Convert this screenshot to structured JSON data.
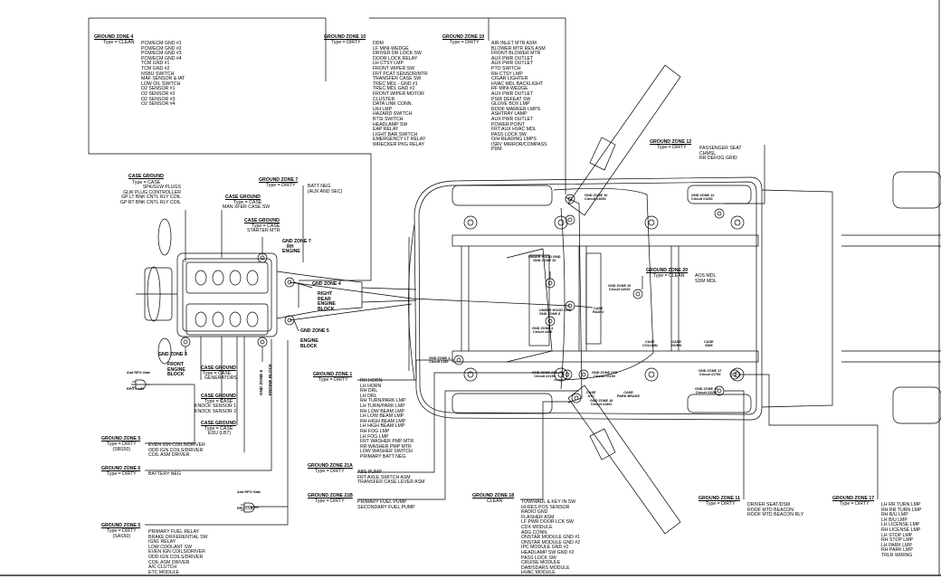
{
  "labels": {
    "gz4_title": "GROUND ZONE 4",
    "gz4_type": "Type = CLEAN",
    "gz4_items": [
      "PCM/ECM GND #1",
      "PCM/ECM GND #2",
      "PCM/ECM GND #3",
      "PCM/ECM GND #4",
      "TCM GND #1",
      "TCM GND #2",
      "NSBU SWITCH",
      "MAF SENSOR & IAT",
      "LOW OIL SWITCH",
      "O2 SENSOR #1",
      "O2 SENSOR #2",
      "O2 SENSOR #3",
      "O2 SENSOR #4"
    ],
    "gz10a_title": "GROUND ZONE 10",
    "gz10a_type": "Type = DIRTY",
    "gz10a_items": [
      "DDM",
      "LF MINI-WEDGE",
      "DRIVER DR LOCK SW",
      "DOOR LOCK RELAY",
      "LH CTSY LMP",
      "FRONT WIPER SW",
      "FRT PCAT SENSOR/MTR",
      "TRANSFER CASE SW",
      "TREC MDL - GND #1",
      "TREC MDL GND #2",
      "FRONT WIPER MOTOR",
      "CLUSTER",
      "DATA LINK CONN.",
      "U/H LMP",
      "HAZARD SWITCH",
      "BTSI SWITCH",
      "HEADLAMP SW",
      "EAP RELAY",
      "LIGHT BAR SWITCH",
      "EMERGENCY LT RELAY",
      "WRECKER PKG RELAY"
    ],
    "gz10b_title": "GROUND ZONE 10",
    "gz10b_type": "Type = DIRTY",
    "gz10b_items": [
      "AIR INLET MTR ASM",
      "BLOWER MTR RES ASM",
      "FRONT BLOWER MTR",
      "AUX PWR OUTLET",
      "AUX PWR OUTLET",
      "PTO SWITCH",
      "RH CTSY LMP",
      "CIGAR LIGHTER",
      "HVAC MDL BACKLIGHT",
      "RF MINI-WEDGE",
      "AUX PWR OUTLET",
      "PSIR DEFEAT SW",
      "GLOVE BOX LMP",
      "ROOF MARKER LMPS",
      "ASHTRAY LAMP",
      "AUX PWR OUTLET",
      "POWER POINT",
      "FRT AUX HVAC MDL",
      "PASS LOCK SW",
      "O/H READING LMPS",
      "ISRV MIRROR/COMPASS",
      "PDM"
    ],
    "gz12_title": "GROUND ZONE 12",
    "gz12_type": "Type = DIRTY",
    "gz12_items": [
      "PASSENGER SEAT",
      "CHMSL",
      "RR DEFOG GRID"
    ],
    "case_ground_1": "CASE GROUND",
    "case_type_1": "Type = CASE",
    "case_items_1": [
      "SPK/GLW PLUGS",
      "GLW PLUG CONTROLLER",
      "GP LT BNK CNTL RLY COIL",
      "GP RT BNK CNTL RLY COIL"
    ],
    "gz7_title": "GROUND ZONE 7",
    "gz7_type": "Type = DIRTY",
    "gz7_items": [
      "BATT NEG",
      "(AUX AND SEC)"
    ],
    "case_ground_2": "CASE GROUND",
    "case_type_2": "Type = CASE",
    "case_items_2": [
      "MAN XFER CASE SW"
    ],
    "case_ground_3": "CASE GROUND",
    "case_type_3": "Type = CASE",
    "case_items_3": [
      "STARTER MTR"
    ],
    "gnd7_rh": [
      "GND ZONE 7",
      "RH",
      "ENGINE"
    ],
    "gnd4_right": [
      "GND ZONE 4",
      "",
      "RIGHT",
      "REAR",
      "ENGINE",
      "BLOCK"
    ],
    "gnd5_engine": [
      "GND ZONE 5",
      "",
      "ENGINE",
      "BLOCK"
    ],
    "gnd3_front": [
      "GND ZONE 3",
      "",
      "FRONT",
      "ENGINE",
      "BLOCK"
    ],
    "gnd6_vert": "GND ZONE 6",
    "gnd6_sub": "ENGINE BLOCK",
    "case_ground_4": "CASE GROUND",
    "case_type_4": "Type = CASE",
    "case_items_4": [
      "GENERATORS"
    ],
    "case_ground_5": "CASE GROUND",
    "case_type_5": "Type = CASE",
    "case_items_5": [
      "KNOCK SENSOR 1",
      "KNOCK SENSOR 2"
    ],
    "case_ground_6": "CASE GROUND",
    "case_type_6": "Type = CASE",
    "case_items_6": [
      "EDU (LB7)"
    ],
    "rpo_gate_1": [
      "And RPO Gate",
      "",
      "RPO = LB7"
    ],
    "rpo_gate_2": [
      "And RPO Gate",
      "",
      "RPO = LB7"
    ],
    "gz5a_title": "GROUND ZONE 5",
    "gz5a_type": [
      "Type = DIRTY",
      "(SBS50)"
    ],
    "gz5a_items": [
      "EVEN IGN COILS/DRIVER",
      "ODD IGN COILS/DRIVER",
      "COIL ASM DRIVER"
    ],
    "gz6_title": "GROUND ZONE 6",
    "gz6_type": "Type = DIRTY",
    "gz6_items": [
      "BATTERY NEG"
    ],
    "gz5b_title": "GROUND ZONE 5",
    "gz5b_type": [
      "Type = DIRTY",
      "(SAS50)"
    ],
    "gz5b_items": [
      "PRIMARY FUEL RELAY",
      "BRAKE DIFFERENTIAL SW",
      "IGN1 RELAY",
      "LOW COOLANT SW",
      "EVEN IGN COILS/DRIVER",
      "ODD IGN COILS/DRIVER",
      "COIL ASM DRIVER",
      "A/C CLUTCH",
      "ETC MODULE"
    ],
    "gz1_title": "GROUND ZONE 1",
    "gz1_type": "Type = DIRTY",
    "gz1_items": [
      "RH HORN",
      "LH HORN",
      "RH DRL",
      "LH DRL",
      "RH TURN/PARK LMP",
      "LH TURN/PARK LMP",
      "RH LOW BEAM LMP",
      "LH LOW BEAM LMP",
      "RH HIGH BEAM LMP",
      "LH HIGH BEAM LMP",
      "RH FOG LMP",
      "LH FOG LMP",
      "FRT WASHER PMP MTR",
      "RR WASHER PMP MTR",
      "LOW WASHER SWITCH",
      "PRIMARY BATT NEG"
    ],
    "gz21a_title": "GROUND ZONE 21A",
    "gz21a_type": "Type = DIRTY",
    "gz21a_items": [
      "ABS PUMP",
      "FRT AXLE SWITCH ASM",
      "TRANSFER CASE LEVER ASM"
    ],
    "gz21b_title": "GROUND ZONE 21B",
    "gz21b_type": "Type = DIRTY",
    "gz21b_items": [
      "PRIMARY FUEL PUMP",
      "SECONDARY FUEL PUMP"
    ],
    "gz18_title": "GROUND ZONE 18",
    "gz18_type": "CLEAN",
    "gz18_items": [
      "TOW/HAUL & KEY IN SW",
      "HI-RES POS SENSOR",
      "RADIO GND",
      "FLASHER ASM",
      "LF PWR DOOR LCK SW",
      "CDX MODULE",
      "ADG CONN.",
      "ONSTAR MODULE GND #1",
      "ONSTAR MODULE GND #2",
      "IPC MODULE GND #2",
      "HEADLAMP SW GND #2",
      "PASS LOCK SW",
      "CRUISE MODULE",
      "DAB/SDARS MODULE",
      "HVAC MODULE"
    ],
    "gz11_title": "GROUND ZONE 11",
    "gz11_type": "Type = DIRTY",
    "gz11_items": [
      "DRIVER SEAT/DSM",
      "ROOF MTD BEACON",
      "ROOF MTD BEACON RLY"
    ],
    "gz17_title": "GROUND ZONE 17",
    "gz17_type": "Type = DIRTY",
    "gz17_items": [
      "LH RR TURN LMP",
      "RH RR TURN LMP",
      "RH B/U LMP",
      "LH B/U LMP",
      "LH LICENSE LMP",
      "RH LICENSE LMP",
      "LH STOP LMP",
      "RH STOP LMP",
      "LH PARK LMP",
      "RH PARK LMP",
      "TRLR WIRING"
    ],
    "gz20_title": "GROUND ZONE 20",
    "gz20_type": "Type = CLEAN",
    "gz20_items": [
      "AOS MDL",
      "SDM MDL"
    ],
    "sm_gz10": [
      "GND ZONE 10",
      "Circuit #1050"
    ],
    "sm_gz12": [
      "GND ZONE 12",
      "Circuit #1250"
    ],
    "sm_underhood_10": [
      "UNDER HOOD GND",
      "GND ZONE 10"
    ],
    "sm_underhood_8": [
      "UNDER HOOD GND",
      "GND ZONE 8"
    ],
    "sm_gz20": [
      "GND ZONE 20",
      "Circuit #2020"
    ],
    "sm_gz4": [
      "GND ZONE 4",
      "Circuit #450"
    ],
    "sm_case_radio": [
      "CASE",
      "RADIO"
    ],
    "sm_case_column": [
      "CASE",
      "COLUMN"
    ],
    "sm_case_horn": [
      "CASE",
      "HORN"
    ],
    "sm_case_sdm": [
      "CASE",
      "SDM"
    ],
    "sm_gz1": [
      "GND ZONE 1",
      "Circuit #150"
    ],
    "sm_gz21a": [
      "GND ZONE 21A",
      "Circuit #2150"
    ],
    "sm_gz21b": [
      "GND ZONE 21B",
      "Circuit #2150"
    ],
    "sm_gz17": [
      "GND ZONE 17",
      "Circuit #1750"
    ],
    "sm_case_atc": [
      "CASE",
      "ATC"
    ],
    "sm_case_park": [
      "CASE",
      "PARK BRAKE"
    ],
    "sm_gz18": [
      "GND ZONE 18",
      "Circuit #1851"
    ],
    "sm_gz11": [
      "GND ZONE 11",
      "Circuit #1150"
    ]
  }
}
